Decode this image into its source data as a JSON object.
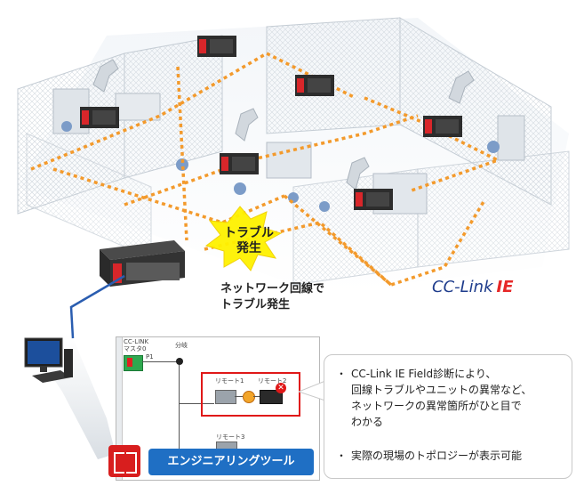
{
  "burst": {
    "line1": "トラブル",
    "line2": "発生"
  },
  "caption": {
    "line1": "ネットワーク回線で",
    "line2": "トラブル発生"
  },
  "logo": {
    "main": "CC-Link",
    "suffix": "IE"
  },
  "screen": {
    "master_label_1": "CC-LINK",
    "master_label_2": "マスタ0",
    "p1_label": "P1",
    "branch_label": "分岐",
    "remote1_label": "リモート1",
    "remote2_label": "リモート2",
    "remote3_label": "リモート3"
  },
  "notes": {
    "bullet_marker": "・",
    "item1": [
      "CC-Link IE Field診断により、",
      "回線トラブルやユニットの異常など、",
      "ネットワークの異常箇所がひと目で",
      "わかる"
    ],
    "item2": "実際の現場のトポロジーが表示可能"
  },
  "tool": {
    "label": "エンジニアリングツール"
  },
  "colors": {
    "network_dash": "#f39a2c",
    "fault_red": "#e01818",
    "tool_blue": "#1f6fc4",
    "cable_blue": "#2a5db0"
  }
}
